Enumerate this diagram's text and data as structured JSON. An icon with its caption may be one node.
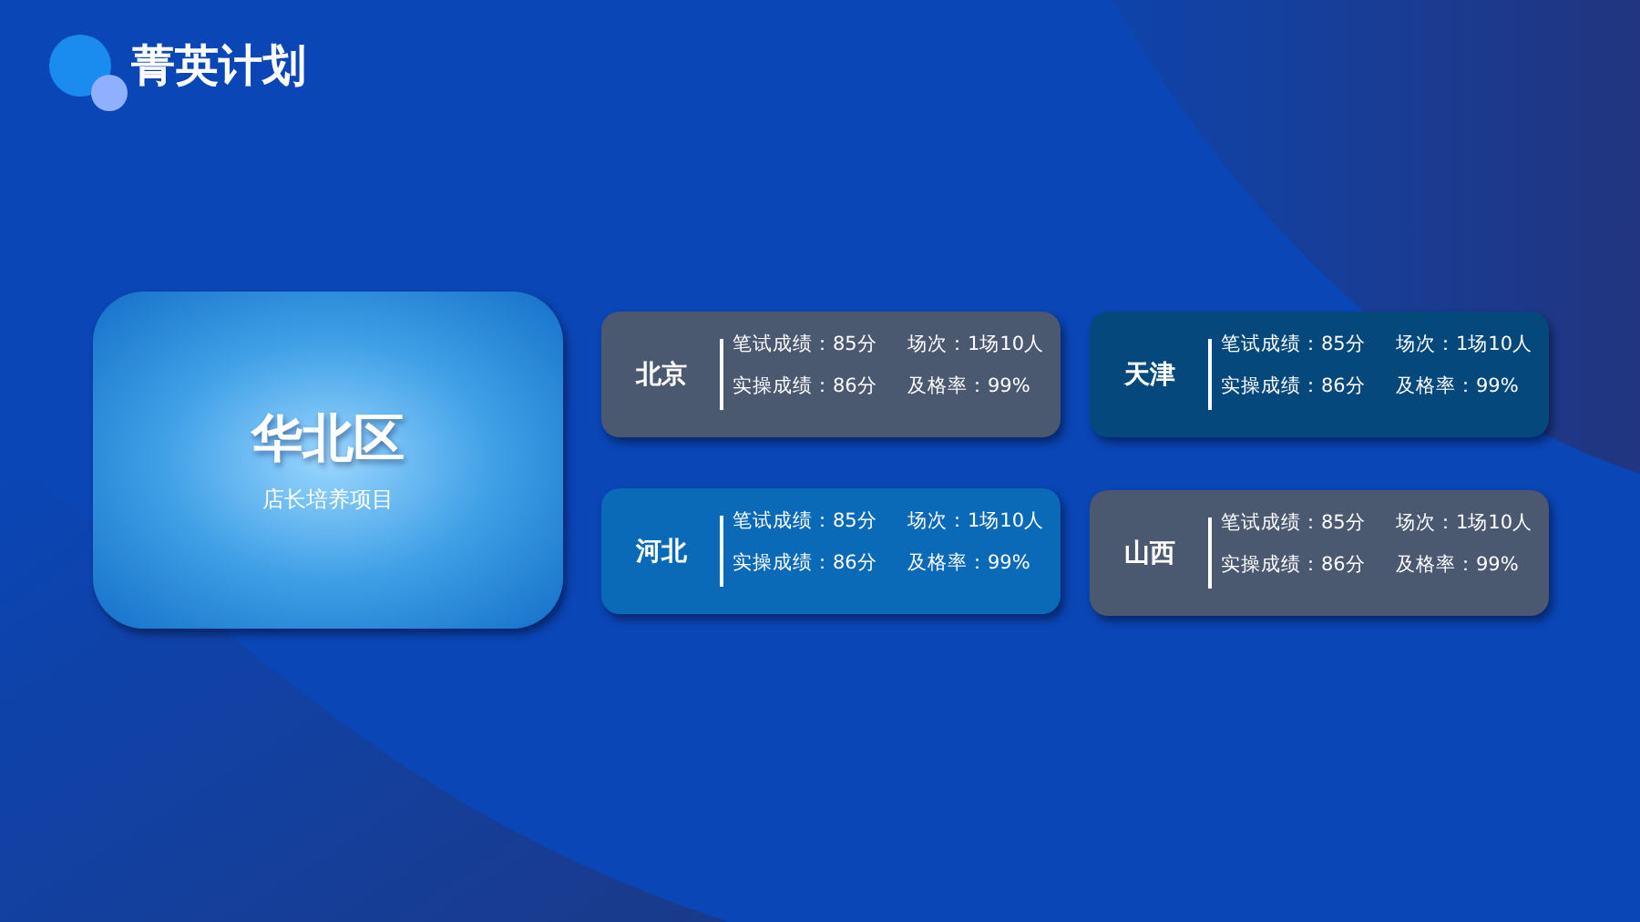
{
  "diagram": {
    "title": "菁英计划",
    "nodes": [
      {
        "text": [
          "华北区",
          "店长培养项目"
        ]
      },
      {
        "text": [
          "北京",
          "笔试成绩：85分",
          "场次：1场10人",
          "实操成绩：86分",
          "及格率：99%"
        ]
      },
      {
        "text": [
          "天津",
          "笔试成绩：85分",
          "场次：1场10人",
          "实操成绩：86分",
          "及格率：99%"
        ]
      },
      {
        "text": [
          "河北",
          "笔试成绩：85分",
          "场次：1场10人",
          "实操成绩：86分",
          "及格率：99%"
        ]
      },
      {
        "text": [
          "山西",
          "笔试成绩：85分",
          "场次：1场10人",
          "实操成绩：86分",
          "及格率：99%"
        ]
      }
    ]
  }
}
